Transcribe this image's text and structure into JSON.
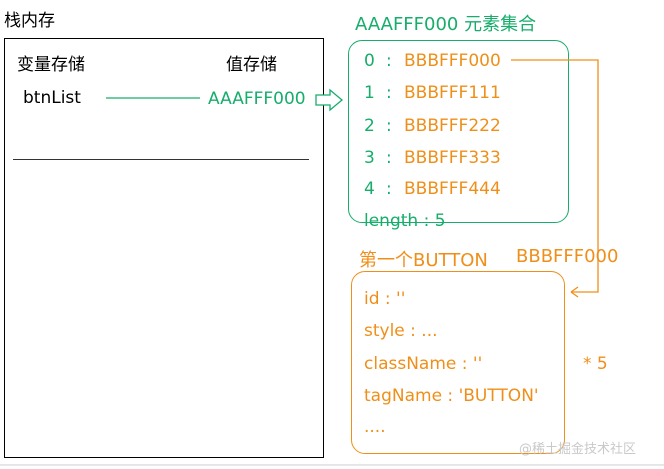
{
  "stack": {
    "title": "栈内存",
    "col_var": "变量存储",
    "col_val": "值存储",
    "var_name": "btnList",
    "var_value": "AAAFFF000"
  },
  "collection": {
    "title": "AAAFFF000 元素集合",
    "items": [
      {
        "index": "0",
        "sep": ":",
        "addr": "BBBFFF000"
      },
      {
        "index": "1",
        "sep": ":",
        "addr": "BBBFFF111"
      },
      {
        "index": "2",
        "sep": ":",
        "addr": "BBBFFF222"
      },
      {
        "index": "3",
        "sep": ":",
        "addr": "BBBFFF333"
      },
      {
        "index": "4",
        "sep": ":",
        "addr": "BBBFFF444"
      }
    ],
    "length_label": "length  :  5"
  },
  "button_object": {
    "title": "第一个BUTTON",
    "address": "BBBFFF000",
    "props": [
      "id : ''",
      "style : ...",
      "className : ''",
      "tagName : 'BUTTON'",
      "...."
    ],
    "multiplier": "* 5"
  },
  "watermark": "@稀土掘金技术社区",
  "colors": {
    "green": "#17ad6b",
    "orange": "#ef8f1a",
    "border": "#000000"
  }
}
